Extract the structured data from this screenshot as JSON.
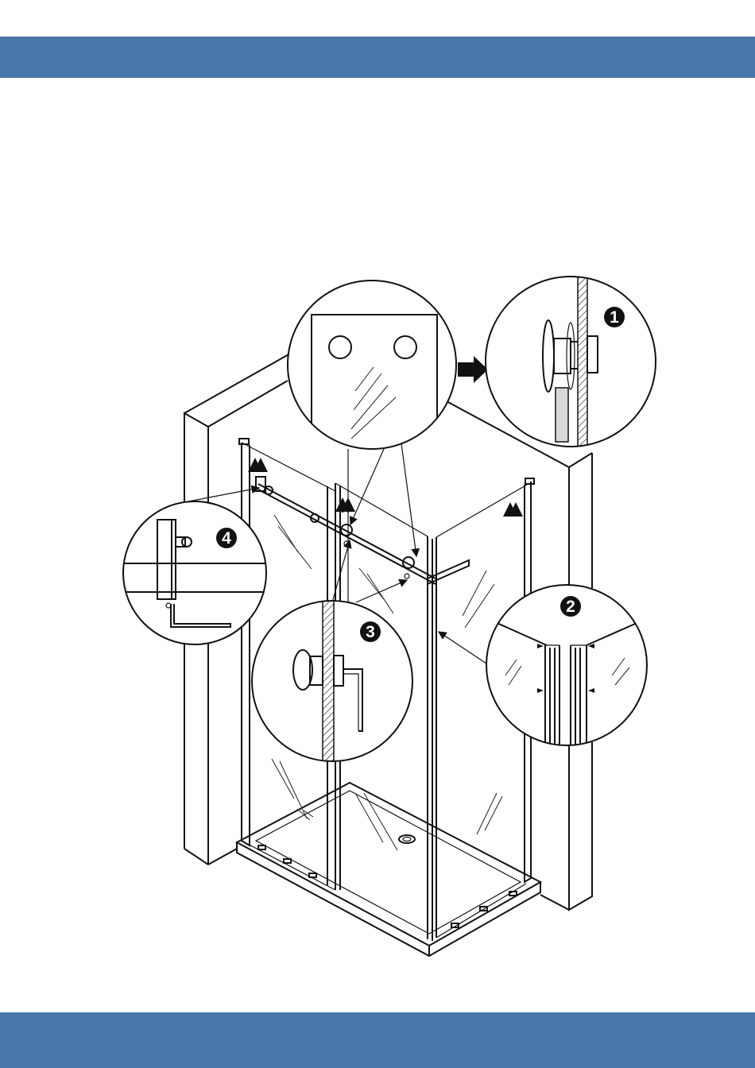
{
  "colors": {
    "band": "#4677a8",
    "line": "#111111",
    "background": "#ffffff",
    "badge": "#111111",
    "badge_text": "#ffffff",
    "insert_fill": "#d8d8d8"
  },
  "callouts": [
    {
      "number": "1"
    },
    {
      "number": "2"
    },
    {
      "number": "3"
    },
    {
      "number": "4"
    }
  ]
}
